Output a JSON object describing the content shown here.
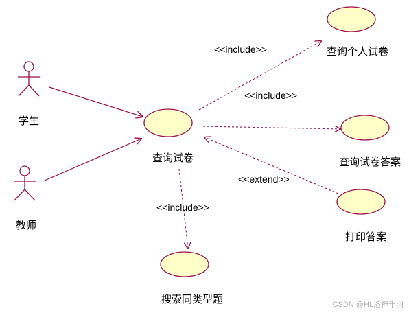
{
  "colors": {
    "line": "#a0104a",
    "actor": "#a0104a",
    "usecase_fill": "#ffffc8",
    "usecase_stroke": "#a0104a",
    "text": "#000000",
    "watermark": "#b0b0b0"
  },
  "actors": [
    {
      "id": "student",
      "label": "学生"
    },
    {
      "id": "teacher",
      "label": "教师"
    }
  ],
  "usecases": [
    {
      "id": "query_paper",
      "label": "查询试卷"
    },
    {
      "id": "query_personal",
      "label": "查询个人试卷"
    },
    {
      "id": "query_answer",
      "label": "查询试卷答案"
    },
    {
      "id": "print_answer",
      "label": "打印答案"
    },
    {
      "id": "search_similar",
      "label": "搜索同类型题"
    }
  ],
  "relations": [
    {
      "from": "student",
      "to": "query_paper",
      "type": "association"
    },
    {
      "from": "teacher",
      "to": "query_paper",
      "type": "association"
    },
    {
      "from": "query_paper",
      "to": "query_personal",
      "type": "include",
      "stereotype": "<<include>>"
    },
    {
      "from": "query_paper",
      "to": "query_answer",
      "type": "include",
      "stereotype": "<<include>>"
    },
    {
      "from": "print_answer",
      "to": "query_paper",
      "type": "extend",
      "stereotype": "<<extend>>"
    },
    {
      "from": "query_paper",
      "to": "search_similar",
      "type": "include",
      "stereotype": "<<include>>"
    }
  ],
  "watermark": "CSDN @HL洛神千羽"
}
